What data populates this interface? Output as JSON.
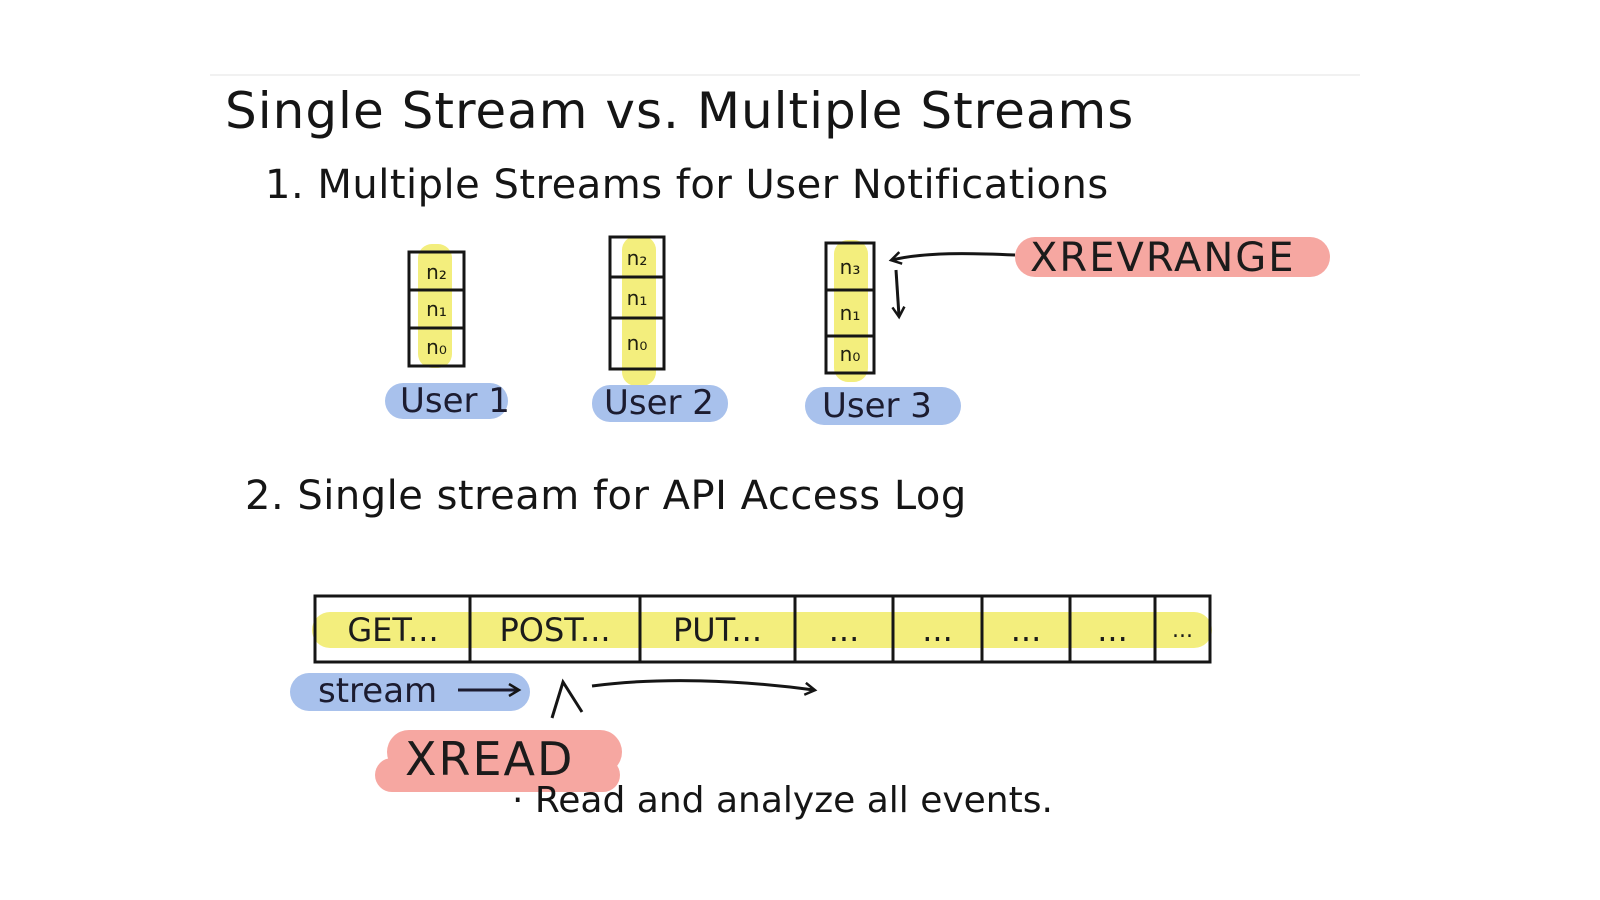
{
  "title": "Single Stream vs. Multiple Streams",
  "section1": {
    "heading": "1. Multiple Streams for User Notifications",
    "streams": [
      {
        "user": "User 1",
        "entries": [
          "n₂",
          "n₁",
          "n₀"
        ]
      },
      {
        "user": "User 2",
        "entries": [
          "n₂",
          "n₁",
          "n₀"
        ]
      },
      {
        "user": "User 3",
        "entries": [
          "n₃",
          "n₁",
          "n₀"
        ]
      }
    ],
    "command": "XREVRANGE"
  },
  "section2": {
    "heading": "2. Single stream for API Access Log",
    "log_entries": [
      "GET...",
      "POST...",
      "PUT...",
      "...",
      "...",
      "...",
      "...",
      "..."
    ],
    "stream_label": "stream",
    "command": "XREAD",
    "note": "· Read and analyze all events."
  },
  "colors": {
    "highlight_yellow": "#f3ee7d",
    "highlight_blue": "#a8c1ec",
    "highlight_red": "#f6a7a1",
    "ink": "#151515"
  }
}
